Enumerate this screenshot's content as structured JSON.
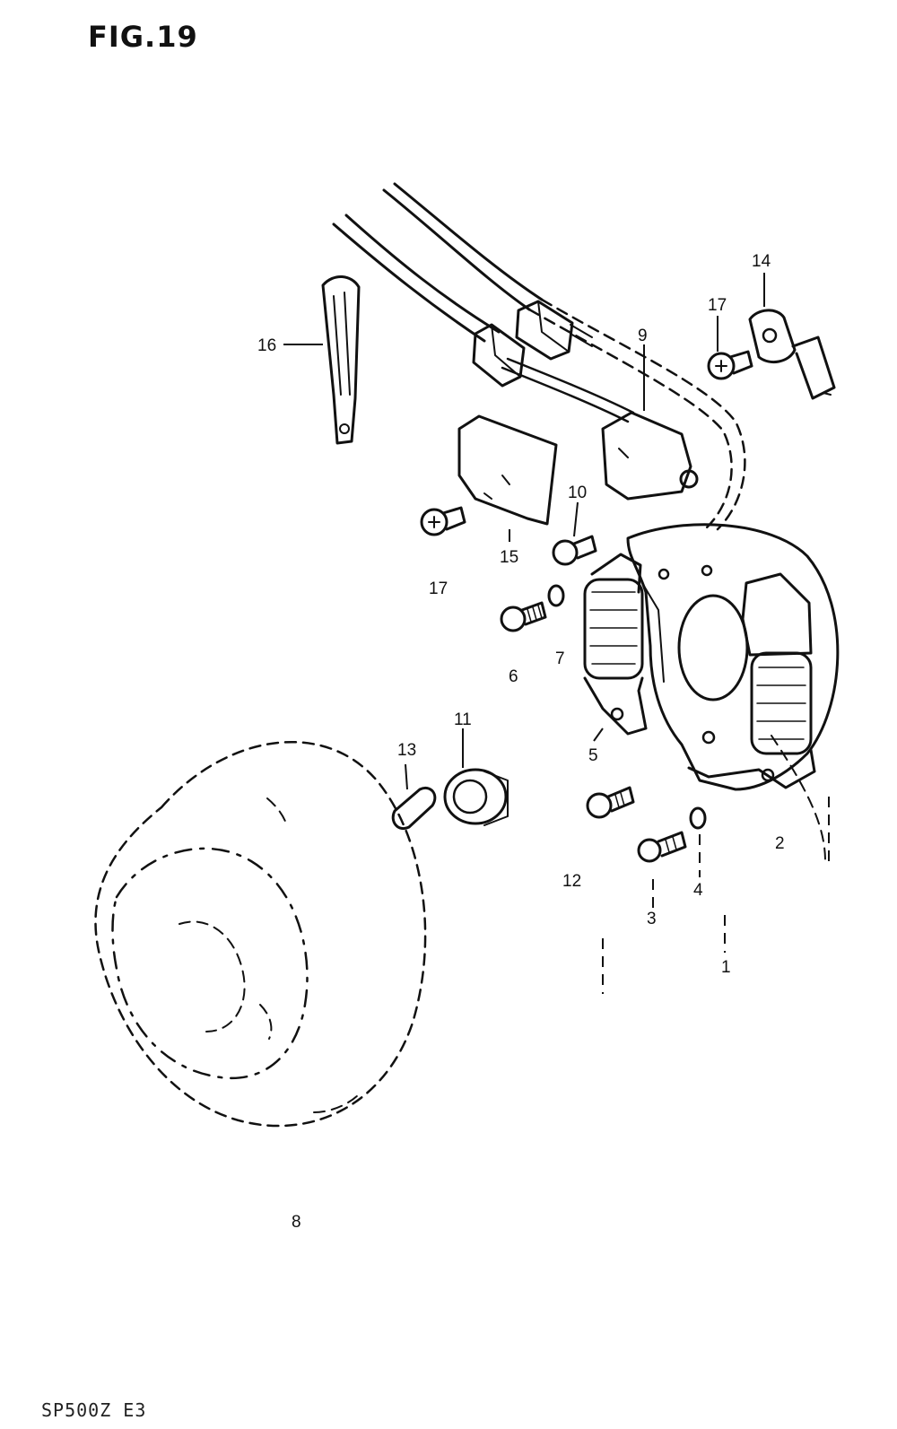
{
  "figure": {
    "title": "FIG.19",
    "footer_code": "SP500Z E3"
  },
  "labels": {
    "p1": "1",
    "p2": "2",
    "p3": "3",
    "p4": "4",
    "p5": "5",
    "p6": "6",
    "p7": "7",
    "p8": "8",
    "p9": "9",
    "p10": "10",
    "p11": "11",
    "p12": "12",
    "p13": "13",
    "p14": "14",
    "p15": "15",
    "p16": "16",
    "p17a": "17",
    "p17b": "17"
  },
  "colors": {
    "ink": "#111111",
    "paper": "#ffffff"
  }
}
